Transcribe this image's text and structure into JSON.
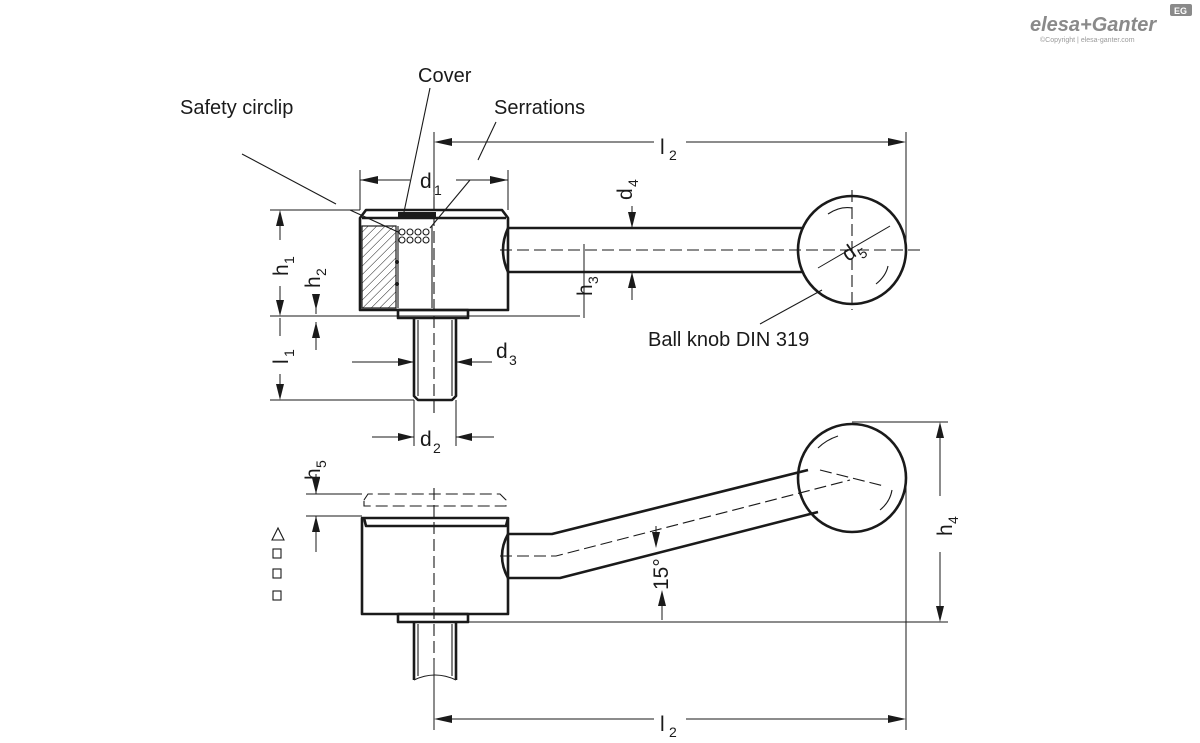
{
  "logo": {
    "brand": "elesa+Ganter",
    "badge": "EG",
    "copyright": "©Copyright | elesa-ganter.com"
  },
  "labels": {
    "cover": "Cover",
    "safety_circlip": "Safety circlip",
    "serrations": "Serrations",
    "ball_knob": "Ball knob DIN 319",
    "angle": "15°"
  },
  "dimensions": {
    "l2_top": {
      "main": "l",
      "sub": "2"
    },
    "l2_bottom": {
      "main": "l",
      "sub": "2"
    },
    "d1": {
      "main": "d",
      "sub": "1"
    },
    "d2": {
      "main": "d",
      "sub": "2"
    },
    "d3": {
      "main": "d",
      "sub": "3"
    },
    "d4": {
      "main": "d",
      "sub": "4"
    },
    "d5": {
      "main": "d",
      "sub": "5"
    },
    "h1": {
      "main": "h",
      "sub": "1"
    },
    "h2": {
      "main": "h",
      "sub": "2"
    },
    "h3": {
      "main": "h",
      "sub": "3"
    },
    "h4": {
      "main": "h",
      "sub": "4"
    },
    "h5": {
      "main": "h",
      "sub": "5"
    },
    "l1": {
      "main": "l",
      "sub": "1"
    }
  },
  "colors": {
    "line": "#1a1a1a",
    "background": "#ffffff",
    "logo": "#8a8a8a"
  }
}
